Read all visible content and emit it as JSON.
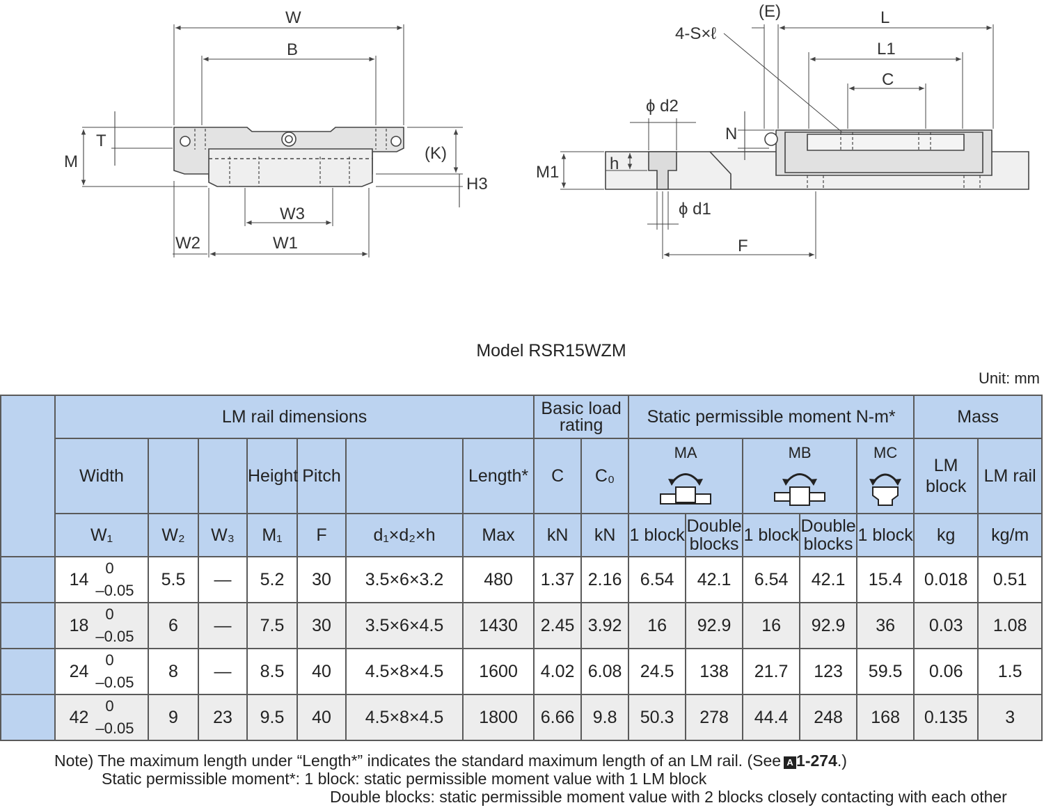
{
  "drawing_labels": {
    "W": "W",
    "B": "B",
    "T": "T",
    "M": "M",
    "K": "(K)",
    "H3": "H3",
    "W3": "W3",
    "W2": "W2",
    "W1": "W1",
    "E": "(E)",
    "L": "L",
    "L1": "L1",
    "C": "C",
    "S": "4-S×ℓ",
    "d2": "ϕ d2",
    "N": "N",
    "M1": "M1",
    "h": "h",
    "d1": "ϕ d1",
    "F": "F"
  },
  "title": "Model RSR15WZM",
  "unit": "Unit: mm",
  "table": {
    "group_headers": {
      "rail": "LM rail dimensions",
      "load": "Basic load rating",
      "moment": "Static permissible moment N-m*",
      "mass": "Mass"
    },
    "col_headers": {
      "width": "Width",
      "w1": "W₁",
      "w2": "W₂",
      "w3": "W₃",
      "height": "Height",
      "m1": "M₁",
      "pitch": "Pitch",
      "f": "F",
      "dims": "d₁×d₂×h",
      "length": "Length*",
      "max": "Max",
      "c": "C",
      "c_unit": "kN",
      "c0": "C₀",
      "c0_unit": "kN",
      "ma": "MA",
      "mb": "MB",
      "mc": "MC",
      "one_block": "1 block",
      "double_blocks": "Double blocks",
      "lm_block": "LM block",
      "lm_block_unit": "kg",
      "lm_rail": "LM rail",
      "lm_rail_unit": "kg/m"
    },
    "rows": [
      {
        "w1": "14",
        "tol_up": "0",
        "tol_low": "–0.05",
        "w2": "5.5",
        "w3": "—",
        "m1": "5.2",
        "f": "30",
        "dims": "3.5×6×3.2",
        "max": "480",
        "c": "1.37",
        "c0": "2.16",
        "ma1": "6.54",
        "ma2": "42.1",
        "mb1": "6.54",
        "mb2": "42.1",
        "mc1": "15.4",
        "block": "0.018",
        "rail": "0.51"
      },
      {
        "w1": "18",
        "tol_up": "0",
        "tol_low": "–0.05",
        "w2": "6",
        "w3": "—",
        "m1": "7.5",
        "f": "30",
        "dims": "3.5×6×4.5",
        "max": "1430",
        "c": "2.45",
        "c0": "3.92",
        "ma1": "16",
        "ma2": "92.9",
        "mb1": "16",
        "mb2": "92.9",
        "mc1": "36",
        "block": "0.03",
        "rail": "1.08"
      },
      {
        "w1": "24",
        "tol_up": "0",
        "tol_low": "–0.05",
        "w2": "8",
        "w3": "—",
        "m1": "8.5",
        "f": "40",
        "dims": "4.5×8×4.5",
        "max": "1600",
        "c": "4.02",
        "c0": "6.08",
        "ma1": "24.5",
        "ma2": "138",
        "mb1": "21.7",
        "mb2": "123",
        "mc1": "59.5",
        "block": "0.06",
        "rail": "1.5"
      },
      {
        "w1": "42",
        "tol_up": "0",
        "tol_low": "–0.05",
        "w2": "9",
        "w3": "23",
        "m1": "9.5",
        "f": "40",
        "dims": "4.5×8×4.5",
        "max": "1800",
        "c": "6.66",
        "c0": "9.8",
        "ma1": "50.3",
        "ma2": "278",
        "mb1": "44.4",
        "mb2": "248",
        "mc1": "168",
        "block": "0.135",
        "rail": "3"
      }
    ]
  },
  "notes": {
    "line1_prefix": "Note) The maximum length under “Length*” indicates the standard maximum length of an LM rail. (See",
    "line1_ref_icon": "A",
    "line1_ref": "1-274",
    "line1_suffix": ".)",
    "line2": "Static permissible moment*: 1 block: static permissible moment value with 1 LM block",
    "line3": "Double blocks: static permissible moment value with 2 blocks closely contacting with each other"
  }
}
